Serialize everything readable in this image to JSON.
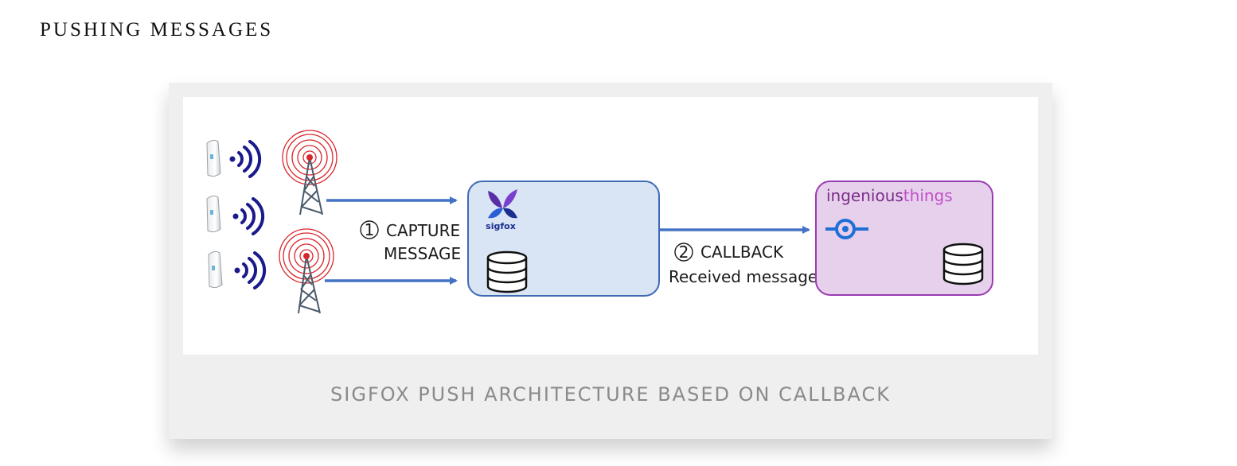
{
  "page": {
    "section_title": "PUSHING MESSAGES"
  },
  "figure": {
    "caption": "SIGFOX PUSH ARCHITECTURE BASED ON CALLBACK",
    "step1": {
      "number": "1",
      "line1": "CAPTURE",
      "line2": "MESSAGE"
    },
    "step2": {
      "number": "2",
      "line1": "CALLBACK",
      "line2": "Received message"
    },
    "sigfox_logo_text": "sigfox",
    "ingenious_logo": {
      "part1": "ingenious",
      "part2": "things"
    },
    "colors": {
      "arrow": "#4472c4",
      "sigfox_box_fill": "#d9e4f4",
      "sigfox_box_stroke": "#3f6bb5",
      "ingenious_box_fill": "#e6d0ec",
      "ingenious_box_stroke": "#9b3bb4",
      "wave": "#1a1a8c",
      "tower_rings": "#d9262b",
      "ingenious_purple": "#7a2e8a",
      "ingenious_pink": "#c24fc8"
    }
  }
}
